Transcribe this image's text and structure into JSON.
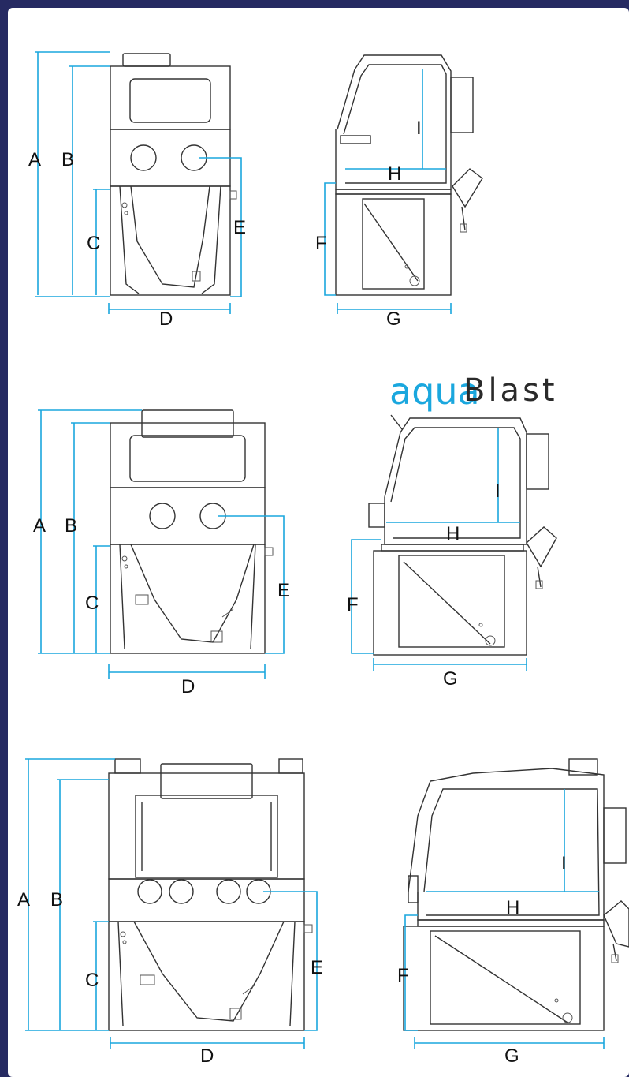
{
  "brand": {
    "part1": "aqua",
    "part2": "Blast"
  },
  "colors": {
    "frame": "#262a62",
    "dimension": "#1aa7de",
    "line": "#333333",
    "brand_blue": "#1aa7de"
  },
  "labels": {
    "A": "A",
    "B": "B",
    "C": "C",
    "D": "D",
    "E": "E",
    "F": "F",
    "G": "G",
    "H": "H",
    "I": "I"
  }
}
